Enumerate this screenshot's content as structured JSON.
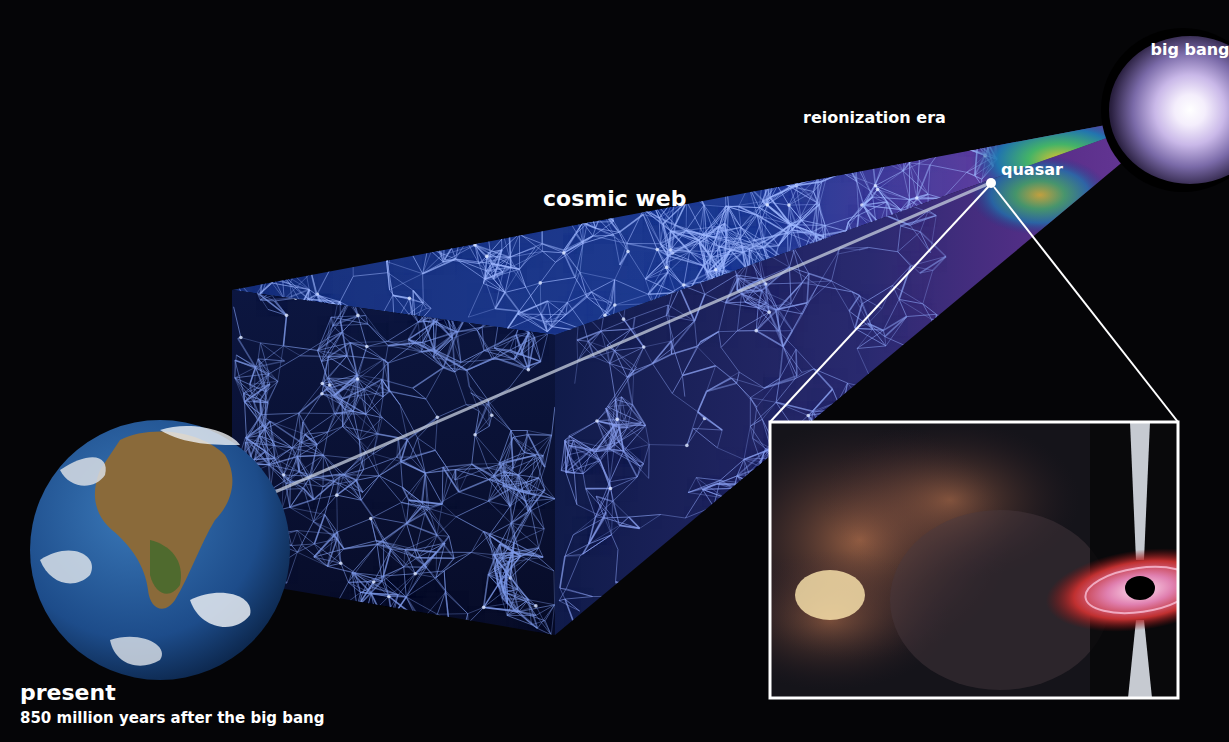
{
  "diagram": {
    "nodes": [
      {
        "text": [
          "big bang"
        ]
      }
    ],
    "labels": [
      "reionization era",
      "cosmic web",
      "quasar",
      "present",
      "850 million years after the big bang"
    ]
  }
}
